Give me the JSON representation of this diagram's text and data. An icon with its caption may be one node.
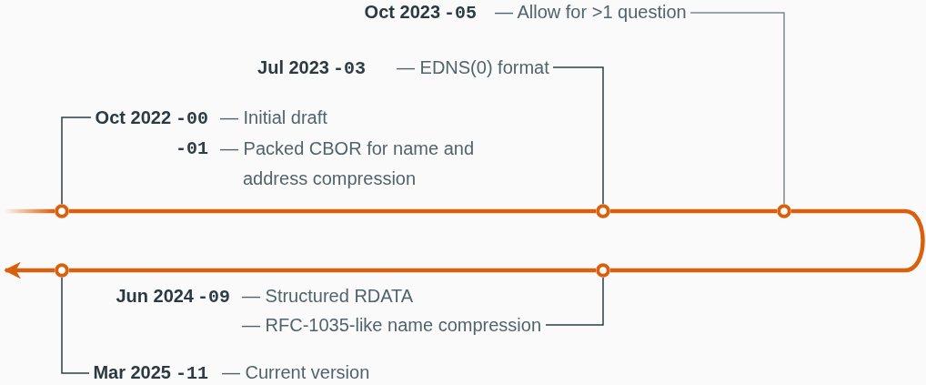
{
  "diagram": {
    "nodes": [
      {
        "text": [
          "Oct 2023",
          "-05",
          "— Allow for >1 question"
        ]
      },
      {
        "text": [
          "Jul 2023",
          "-03",
          "— EDNS(0) format"
        ]
      },
      {
        "text": [
          "Oct 2022",
          "-00",
          "— Initial draft",
          "-01",
          "— Packed CBOR for name and address compression"
        ]
      },
      {
        "text": [],
        "shape": "circle"
      },
      {
        "text": [],
        "shape": "circle"
      },
      {
        "text": [],
        "shape": "circle"
      },
      {
        "text": [],
        "shape": "circle"
      },
      {
        "text": [],
        "shape": "circle"
      },
      {
        "text": [
          "Jun 2024",
          "-09",
          "— Structured RDATA",
          "— RFC-1035-like name compression"
        ]
      },
      {
        "text": [
          "Mar 2025",
          "-11",
          "— Current version"
        ]
      }
    ],
    "edges": [
      {
        "from": 0,
        "to": 5,
        "arrow": "none",
        "color": "#7d8a8f"
      },
      {
        "from": 1,
        "to": 4,
        "arrow": "none",
        "color": "#2f3e44"
      },
      {
        "from": 2,
        "to": 3,
        "arrow": "none",
        "color": "#2f3e44"
      },
      {
        "from": 8,
        "to": 7,
        "arrow": "none",
        "color": "#2f3e44"
      },
      {
        "from": 9,
        "to": 6,
        "arrow": "none",
        "color": "#2f3e44"
      },
      {
        "from": null,
        "to": 3,
        "arrow": "none",
        "style": "thick"
      },
      {
        "from": 3,
        "to": 4,
        "arrow": "none",
        "style": "thick"
      },
      {
        "from": 4,
        "to": 5,
        "arrow": "none",
        "style": "thick"
      },
      {
        "from": 5,
        "to": 7,
        "arrow": "none",
        "style": "thick"
      },
      {
        "from": 7,
        "to": 6,
        "arrow": "none",
        "style": "thick"
      },
      {
        "from": 6,
        "to": null,
        "arrow": "to",
        "style": "thick"
      }
    ]
  }
}
